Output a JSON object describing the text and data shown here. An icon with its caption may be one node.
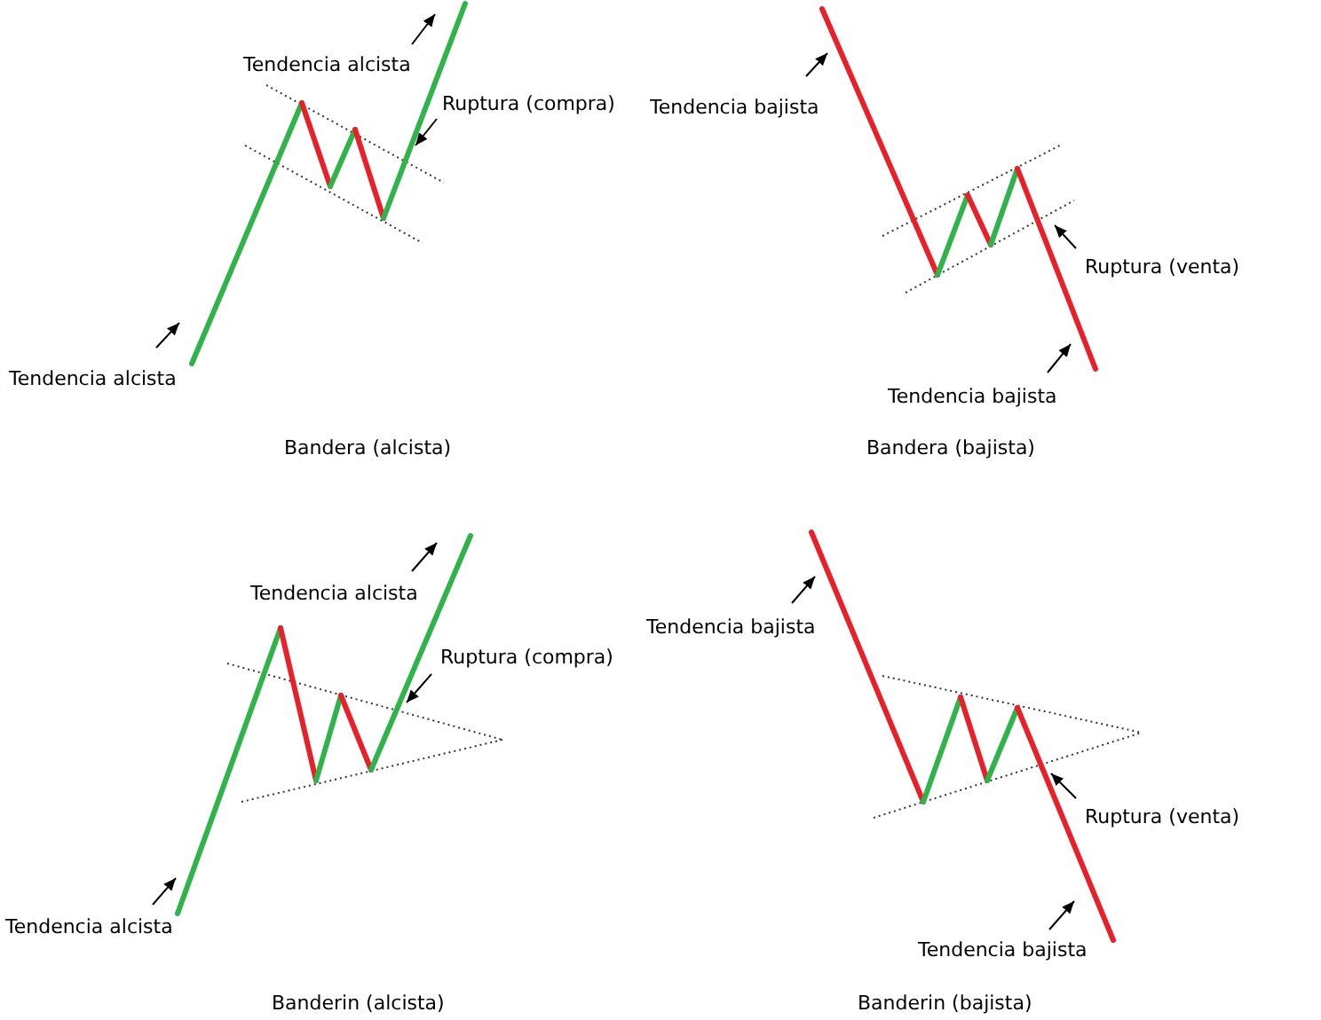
{
  "diagram": {
    "nodes": [
      {
        "text": [
          "Tendencia alcista"
        ]
      },
      {
        "text": [
          "Ruptura (compra)"
        ]
      },
      {
        "text": [
          "Tendencia alcista"
        ]
      },
      {
        "text": [
          "Tendencia bajista"
        ]
      },
      {
        "text": [
          "Ruptura (venta)"
        ]
      },
      {
        "text": [
          "Tendencia bajista"
        ]
      },
      {
        "text": [
          "Tendencia alcista"
        ]
      },
      {
        "text": [
          "Ruptura (compra)"
        ]
      },
      {
        "text": [
          "Tendencia alcista"
        ]
      },
      {
        "text": [
          "Tendencia bajista"
        ]
      },
      {
        "text": [
          "Ruptura (venta)"
        ]
      },
      {
        "text": [
          "Tendencia bajista"
        ]
      }
    ],
    "edges": [
      {
        "from": 0,
        "to": null,
        "arrow": "to"
      },
      {
        "from": 1,
        "to": null,
        "arrow": "to"
      },
      {
        "from": 2,
        "to": null,
        "arrow": "to"
      },
      {
        "from": 3,
        "to": null,
        "arrow": "to"
      },
      {
        "from": 4,
        "to": null,
        "arrow": "to"
      },
      {
        "from": 5,
        "to": null,
        "arrow": "to"
      },
      {
        "from": 6,
        "to": null,
        "arrow": "to"
      },
      {
        "from": 7,
        "to": null,
        "arrow": "to"
      },
      {
        "from": 8,
        "to": null,
        "arrow": "to"
      },
      {
        "from": 9,
        "to": null,
        "arrow": "to"
      },
      {
        "from": 10,
        "to": null,
        "arrow": "to"
      },
      {
        "from": 11,
        "to": null,
        "arrow": "to"
      }
    ],
    "labels": [
      "Bandera (alcista)",
      "Bandera (bajista)",
      "Banderin (alcista)",
      "Banderin (bajista)"
    ]
  }
}
